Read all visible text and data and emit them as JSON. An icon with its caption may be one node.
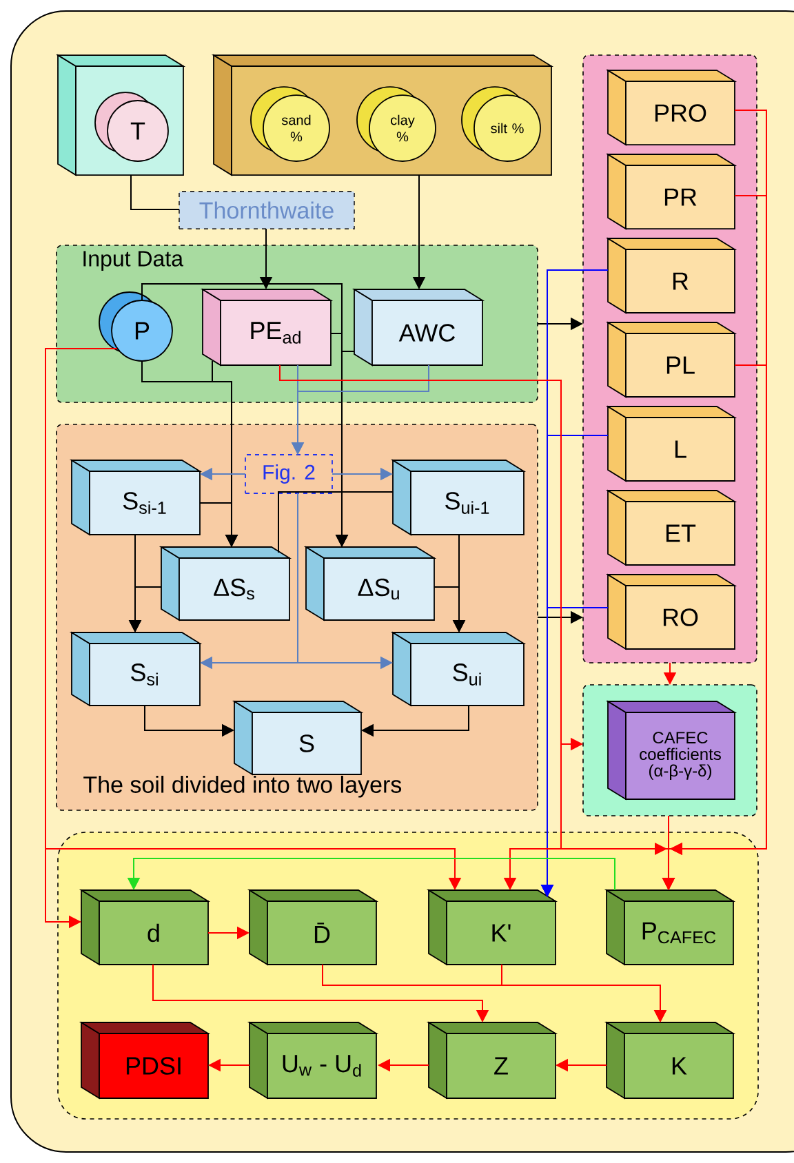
{
  "diagram": {
    "nodes": [
      {
        "text": [],
        "shape": "box"
      },
      {
        "text": [
          "T"
        ],
        "in": 0
      },
      {
        "text": [],
        "shape": "box"
      },
      {
        "text": [
          "sand %"
        ],
        "in": 2
      },
      {
        "text": [
          "clay %"
        ],
        "in": 2
      },
      {
        "text": [
          "silt %"
        ],
        "in": 2
      },
      {
        "text": [
          "Thornthwaite"
        ]
      },
      {
        "text": [
          "Input Data"
        ]
      },
      {
        "text": [
          "P"
        ],
        "in": 7
      },
      {
        "text": [
          "PE$_{ad}$"
        ],
        "in": 7
      },
      {
        "text": [
          "AWC"
        ],
        "in": 7
      },
      {
        "text": [
          "The soil divided into two layers"
        ]
      },
      {
        "text": [
          "S$_{si-1}$"
        ],
        "in": 11
      },
      {
        "text": [
          "Fig. 2"
        ],
        "in": 11
      },
      {
        "text": [
          "S$_{ui-1}$"
        ],
        "in": 11
      },
      {
        "text": [
          "ΔS$_{s}$"
        ],
        "in": 11
      },
      {
        "text": [
          "ΔS$_{u}$"
        ],
        "in": 11
      },
      {
        "text": [
          "S$_{si}$"
        ],
        "in": 11
      },
      {
        "text": [
          "S$_{ui}$"
        ],
        "in": 11
      },
      {
        "text": [
          "S"
        ],
        "in": 11
      },
      {
        "text": [],
        "shape": "box"
      },
      {
        "text": [
          "PRO"
        ],
        "in": 20
      },
      {
        "text": [
          "PR"
        ],
        "in": 20
      },
      {
        "text": [
          "R"
        ],
        "in": 20
      },
      {
        "text": [
          "PL"
        ],
        "in": 20
      },
      {
        "text": [
          "L"
        ],
        "in": 20
      },
      {
        "text": [
          "ET"
        ],
        "in": 20
      },
      {
        "text": [
          "RO"
        ],
        "in": 20
      },
      {
        "text": [],
        "shape": "box"
      },
      {
        "text": [
          "CAFEC coefficients (α-β-γ-δ)"
        ],
        "in": 28
      },
      {
        "text": [],
        "shape": "box"
      },
      {
        "text": [
          "d"
        ],
        "in": 30
      },
      {
        "text": [
          "D̄"
        ],
        "in": 30
      },
      {
        "text": [
          "K'"
        ],
        "in": 30
      },
      {
        "text": [
          "P$_{CAFEC}$"
        ],
        "in": 30
      },
      {
        "text": [
          "PDSI"
        ],
        "in": 30
      },
      {
        "text": [
          "U$_{w}$ - U$_{d}$"
        ],
        "in": 30
      },
      {
        "text": [
          "Z"
        ],
        "in": 30
      },
      {
        "text": [
          "K"
        ],
        "in": 30
      }
    ],
    "edges": [
      {
        "from": 0,
        "to": 6,
        "arrow": "none",
        "color": "#000000"
      },
      {
        "from": 6,
        "to": 9,
        "arrow": "to",
        "color": "#000000"
      },
      {
        "from": 2,
        "to": 10,
        "arrow": "to",
        "color": "#000000"
      },
      {
        "from": 7,
        "to": 20,
        "arrow": "to",
        "color": "#000000"
      },
      {
        "from": 11,
        "to": 20,
        "arrow": "to",
        "color": "#000000"
      },
      {
        "from": 8,
        "to": 16,
        "arrow": "to",
        "color": "#000000"
      },
      {
        "from": 9,
        "to": 16,
        "arrow": "to",
        "color": "#000000"
      },
      {
        "from": 10,
        "to": 16,
        "arrow": "to",
        "color": "#000000"
      },
      {
        "from": 8,
        "to": 15,
        "arrow": "to",
        "color": "#000000"
      },
      {
        "from": 9,
        "to": 15,
        "arrow": "to",
        "color": "#000000"
      },
      {
        "from": 9,
        "to": 13,
        "arrow": "to",
        "color": "#5b80c0"
      },
      {
        "from": 10,
        "to": 13,
        "arrow": "to",
        "color": "#5b80c0"
      },
      {
        "from": 13,
        "to": 12,
        "arrow": "to",
        "color": "#5b80c0"
      },
      {
        "from": 13,
        "to": 14,
        "arrow": "to",
        "color": "#5b80c0"
      },
      {
        "from": 13,
        "to": 17,
        "arrow": "to",
        "color": "#5b80c0"
      },
      {
        "from": 13,
        "to": 18,
        "arrow": "to",
        "color": "#5b80c0"
      },
      {
        "from": 12,
        "to": 15,
        "arrow": "to",
        "color": "#000000"
      },
      {
        "from": 14,
        "to": 15,
        "arrow": "none",
        "color": "#000000"
      },
      {
        "from": 12,
        "to": 17,
        "arrow": "to",
        "color": "#000000"
      },
      {
        "from": 15,
        "to": 17,
        "arrow": "to",
        "color": "#000000"
      },
      {
        "from": 14,
        "to": 18,
        "arrow": "to",
        "color": "#000000"
      },
      {
        "from": 16,
        "to": 18,
        "arrow": "to",
        "color": "#000000"
      },
      {
        "from": 17,
        "to": 19,
        "arrow": "to",
        "color": "#000000"
      },
      {
        "from": 18,
        "to": 19,
        "arrow": "to",
        "color": "#000000"
      },
      {
        "from": 23,
        "to": 33,
        "arrow": "to",
        "color": "#0000ff"
      },
      {
        "from": 25,
        "to": 33,
        "arrow": "to",
        "color": "#0000ff"
      },
      {
        "from": 27,
        "to": 33,
        "arrow": "to",
        "color": "#0000ff"
      },
      {
        "from": 8,
        "to": 31,
        "arrow": "to",
        "color": "#ff0000"
      },
      {
        "from": 8,
        "to": 33,
        "arrow": "to",
        "color": "#ff0000"
      },
      {
        "from": 9,
        "to": 28,
        "arrow": "to",
        "color": "#ff0000"
      },
      {
        "from": 9,
        "to": 33,
        "arrow": "to",
        "color": "#ff0000"
      },
      {
        "from": 9,
        "to": 34,
        "arrow": "to",
        "color": "#ff0000"
      },
      {
        "from": 21,
        "to": 34,
        "arrow": "to",
        "color": "#ff0000"
      },
      {
        "from": 22,
        "to": 34,
        "arrow": "to",
        "color": "#ff0000"
      },
      {
        "from": 24,
        "to": 34,
        "arrow": "to",
        "color": "#ff0000"
      },
      {
        "from": 20,
        "to": 28,
        "arrow": "to",
        "color": "#ff0000"
      },
      {
        "from": 28,
        "to": 34,
        "arrow": "to",
        "color": "#ff0000"
      },
      {
        "from": 34,
        "to": 31,
        "arrow": "to",
        "color": "#22dd22"
      },
      {
        "from": 31,
        "to": 32,
        "arrow": "to",
        "color": "#ff0000"
      },
      {
        "from": 32,
        "to": 38,
        "arrow": "to",
        "color": "#ff0000"
      },
      {
        "from": 33,
        "to": 38,
        "arrow": "to",
        "color": "#ff0000"
      },
      {
        "from": 31,
        "to": 37,
        "arrow": "to",
        "color": "#ff0000"
      },
      {
        "from": 38,
        "to": 37,
        "arrow": "to",
        "color": "#ff0000"
      },
      {
        "from": 37,
        "to": 36,
        "arrow": "to",
        "color": "#ff0000"
      },
      {
        "from": 36,
        "to": 35,
        "arrow": "to",
        "color": "#ff0000"
      }
    ]
  }
}
